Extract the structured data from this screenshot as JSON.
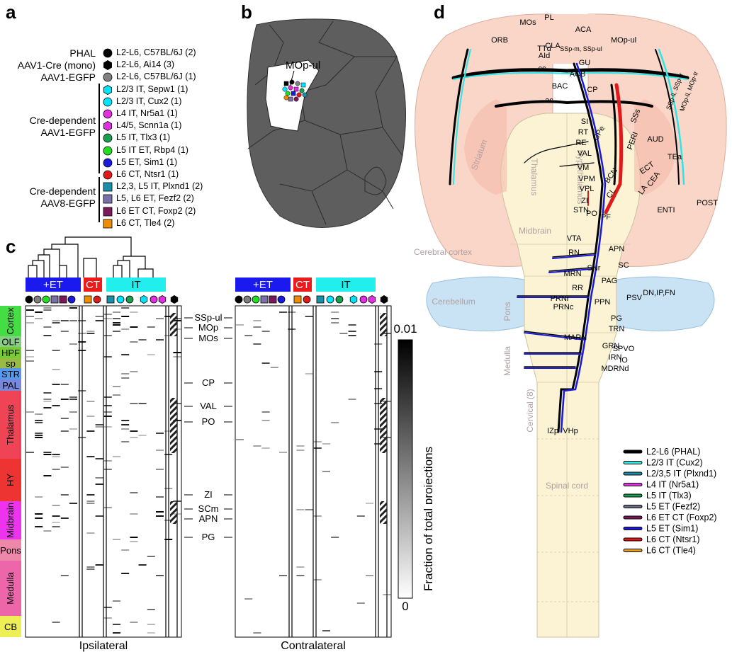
{
  "panels": {
    "a": "a",
    "b": "b",
    "c": "c",
    "d": "d"
  },
  "legend_a": {
    "groups": [
      {
        "label": "PHAL"
      },
      {
        "label": "AAV1-Cre (mono)"
      },
      {
        "label": "AAV1-EGFP"
      },
      {
        "label": "Cre-dependent\nAAV1-EGFP"
      },
      {
        "label": "Cre-dependent\nAAV8-EGFP"
      }
    ],
    "items": [
      {
        "text": "L2-L6, C57BL/6J (2)",
        "color": "#000000",
        "shape": "circle"
      },
      {
        "text": "L2-L6, Ai14 (3)",
        "color": "#000000",
        "shape": "hexagon"
      },
      {
        "text": "L2-L6, C57BL/6J (1)",
        "color": "#808080",
        "shape": "circle"
      },
      {
        "text": "L2/3 IT, Sepw1 (1)",
        "color": "#00e5ff",
        "shape": "hexagon"
      },
      {
        "text": "L2/3 IT, Cux2 (1)",
        "color": "#00e5ff",
        "shape": "circle"
      },
      {
        "text": "L4 IT, Nr5a1 (1)",
        "color": "#e030e0",
        "shape": "circle"
      },
      {
        "text": "L4/5, Scnn1a (1)",
        "color": "#e030e0",
        "shape": "hexagon"
      },
      {
        "text": "L5 IT, Tlx3 (1)",
        "color": "#1a9e50",
        "shape": "circle"
      },
      {
        "text": "L5 IT ET, Rbp4 (1)",
        "color": "#22dd22",
        "shape": "circle"
      },
      {
        "text": "L5 ET, Sim1 (1)",
        "color": "#1a1adb",
        "shape": "circle"
      },
      {
        "text": "L6 CT, Ntsr1 (1)",
        "color": "#e01a1a",
        "shape": "circle"
      },
      {
        "text": "L2,3, L5 IT, Plxnd1 (2)",
        "color": "#1a8fa8",
        "shape": "square"
      },
      {
        "text": "L5, L6 ET, Fezf2 (2)",
        "color": "#7a70a8",
        "shape": "square"
      },
      {
        "text": "L6 ET CT, Foxp2 (2)",
        "color": "#7a1a5a",
        "shape": "square"
      },
      {
        "text": "L6 CT, Tle4 (2)",
        "color": "#f08c00",
        "shape": "square"
      }
    ]
  },
  "panel_b": {
    "label": "MOp-ul"
  },
  "panel_c": {
    "headers": {
      "et": "+ET",
      "ct": "CT",
      "it": "IT"
    },
    "regions": [
      {
        "name": "Cortex",
        "color": "#44dd44"
      },
      {
        "name": "OLF",
        "color": "#88cc88"
      },
      {
        "name": "HPF",
        "color": "#77cc33"
      },
      {
        "name": "sp",
        "color": "#99bb44"
      },
      {
        "name": "STR",
        "color": "#5599ee"
      },
      {
        "name": "PAL",
        "color": "#7788dd"
      },
      {
        "name": "Thalamus",
        "color": "#ee4455"
      },
      {
        "name": "HY",
        "color": "#ee3333"
      },
      {
        "name": "Midbrain",
        "color": "#ee33ee"
      },
      {
        "name": "Pons",
        "color": "#ee88aa"
      },
      {
        "name": "Medulla",
        "color": "#ee66aa"
      },
      {
        "name": "CB",
        "color": "#eeee55"
      }
    ],
    "structures": [
      "SSp-ul",
      "MOp",
      "MOs",
      "CP",
      "VAL",
      "PO",
      "ZI",
      "SCm",
      "APN",
      "PG"
    ],
    "xlabel_left": "Ipsilateral",
    "xlabel_right": "Contralateral",
    "colorbar": {
      "max": "0.01",
      "min": "0",
      "label": "Fraction of total projections"
    }
  },
  "panel_d": {
    "regions": [
      "Cerebral cortex",
      "Striatum",
      "Thalamus",
      "Hypothalamus",
      "Midbrain",
      "Pons",
      "Cerebellum",
      "Medulla",
      "Cervical (8)",
      "Spinal cord"
    ],
    "structures": [
      "ORB",
      "MOs",
      "PL",
      "ACA",
      "CLA",
      "AId",
      "TTd",
      "SSp-m, SSp-ul",
      "GU",
      "MOp-ul",
      "cc",
      "ACB",
      "BAC",
      "CP",
      "ac",
      "SI",
      "RT",
      "GPe",
      "RE",
      "VAL",
      "VM",
      "VPM",
      "VPL",
      "ZI",
      "STN",
      "SSs",
      "PERI",
      "SSp-ll, SSp-tr",
      "MOp-ll, MOp-tr",
      "AUD",
      "TEa",
      "ECT",
      "CEA",
      "ENTI",
      "POST",
      "LA",
      "BCN",
      "CL",
      "PO",
      "PF",
      "VTA",
      "RN",
      "APN",
      "SC",
      "MRN",
      "SNr",
      "RR",
      "PAG",
      "PSV",
      "PPN",
      "DN,IP,FN",
      "PRNr",
      "PRNc",
      "PG",
      "TRN",
      "SPVO",
      "IO",
      "MARN",
      "GRN",
      "IRN",
      "MDRNd",
      "IZp",
      "VHp"
    ],
    "legend": [
      {
        "text": "L2-L6 (PHAL)",
        "color": "#000000"
      },
      {
        "text": "L2/3 IT (Cux2)",
        "color": "#2ee6e6"
      },
      {
        "text": "L2/3,5 IT (Plxnd1)",
        "color": "#1a8fa8"
      },
      {
        "text": "L4 IT (Nr5a1)",
        "color": "#e030e0"
      },
      {
        "text": "L5 IT (Tlx3)",
        "color": "#1a9e50"
      },
      {
        "text": "L5 ET (Fezf2)",
        "color": "#6e6e88"
      },
      {
        "text": "L6 ET CT (Foxp2)",
        "color": "#7a1a5a"
      },
      {
        "text": "L5 ET (Sim1)",
        "color": "#1a1adb"
      },
      {
        "text": "L6 CT (Ntsr1)",
        "color": "#e01a1a"
      },
      {
        "text": "L6 CT (Tle4)",
        "color": "#e8a020"
      }
    ]
  }
}
